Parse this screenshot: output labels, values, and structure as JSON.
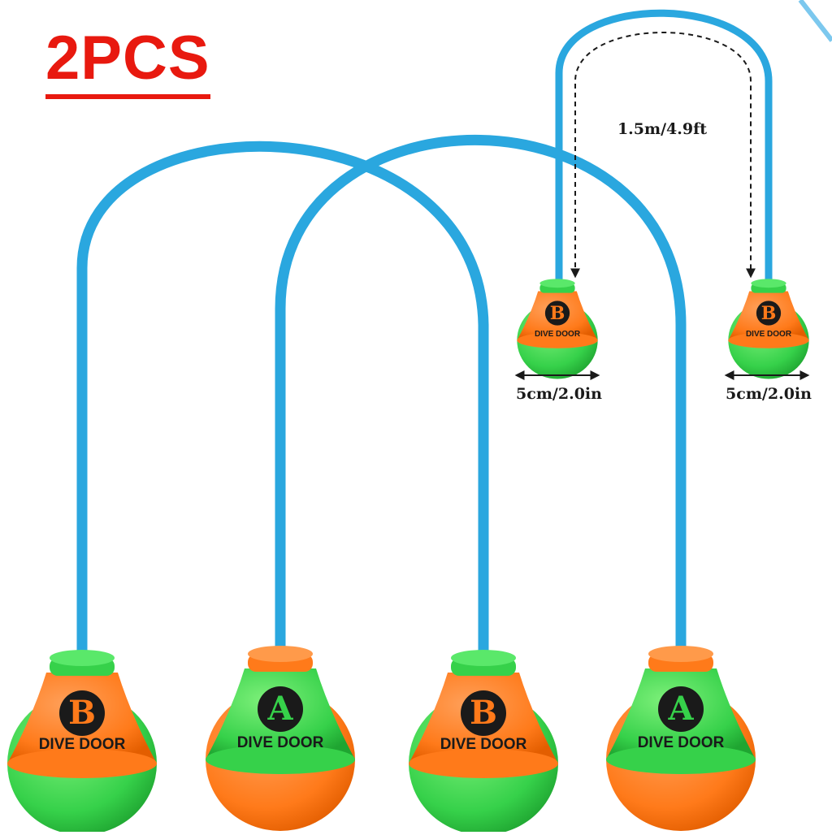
{
  "header": {
    "count_label": "2PCS"
  },
  "dimensions": {
    "rope_length": "1.5m/4.9ft",
    "ball_width": "5cm/2.0in"
  },
  "balls": {
    "brand": "DIVE DOOR",
    "letter_a": "A",
    "letter_b": "B"
  },
  "colors": {
    "rope": "#2aa7df",
    "orange": "#ff7a1a",
    "green": "#36d14a",
    "accent_red": "#e8190f"
  }
}
